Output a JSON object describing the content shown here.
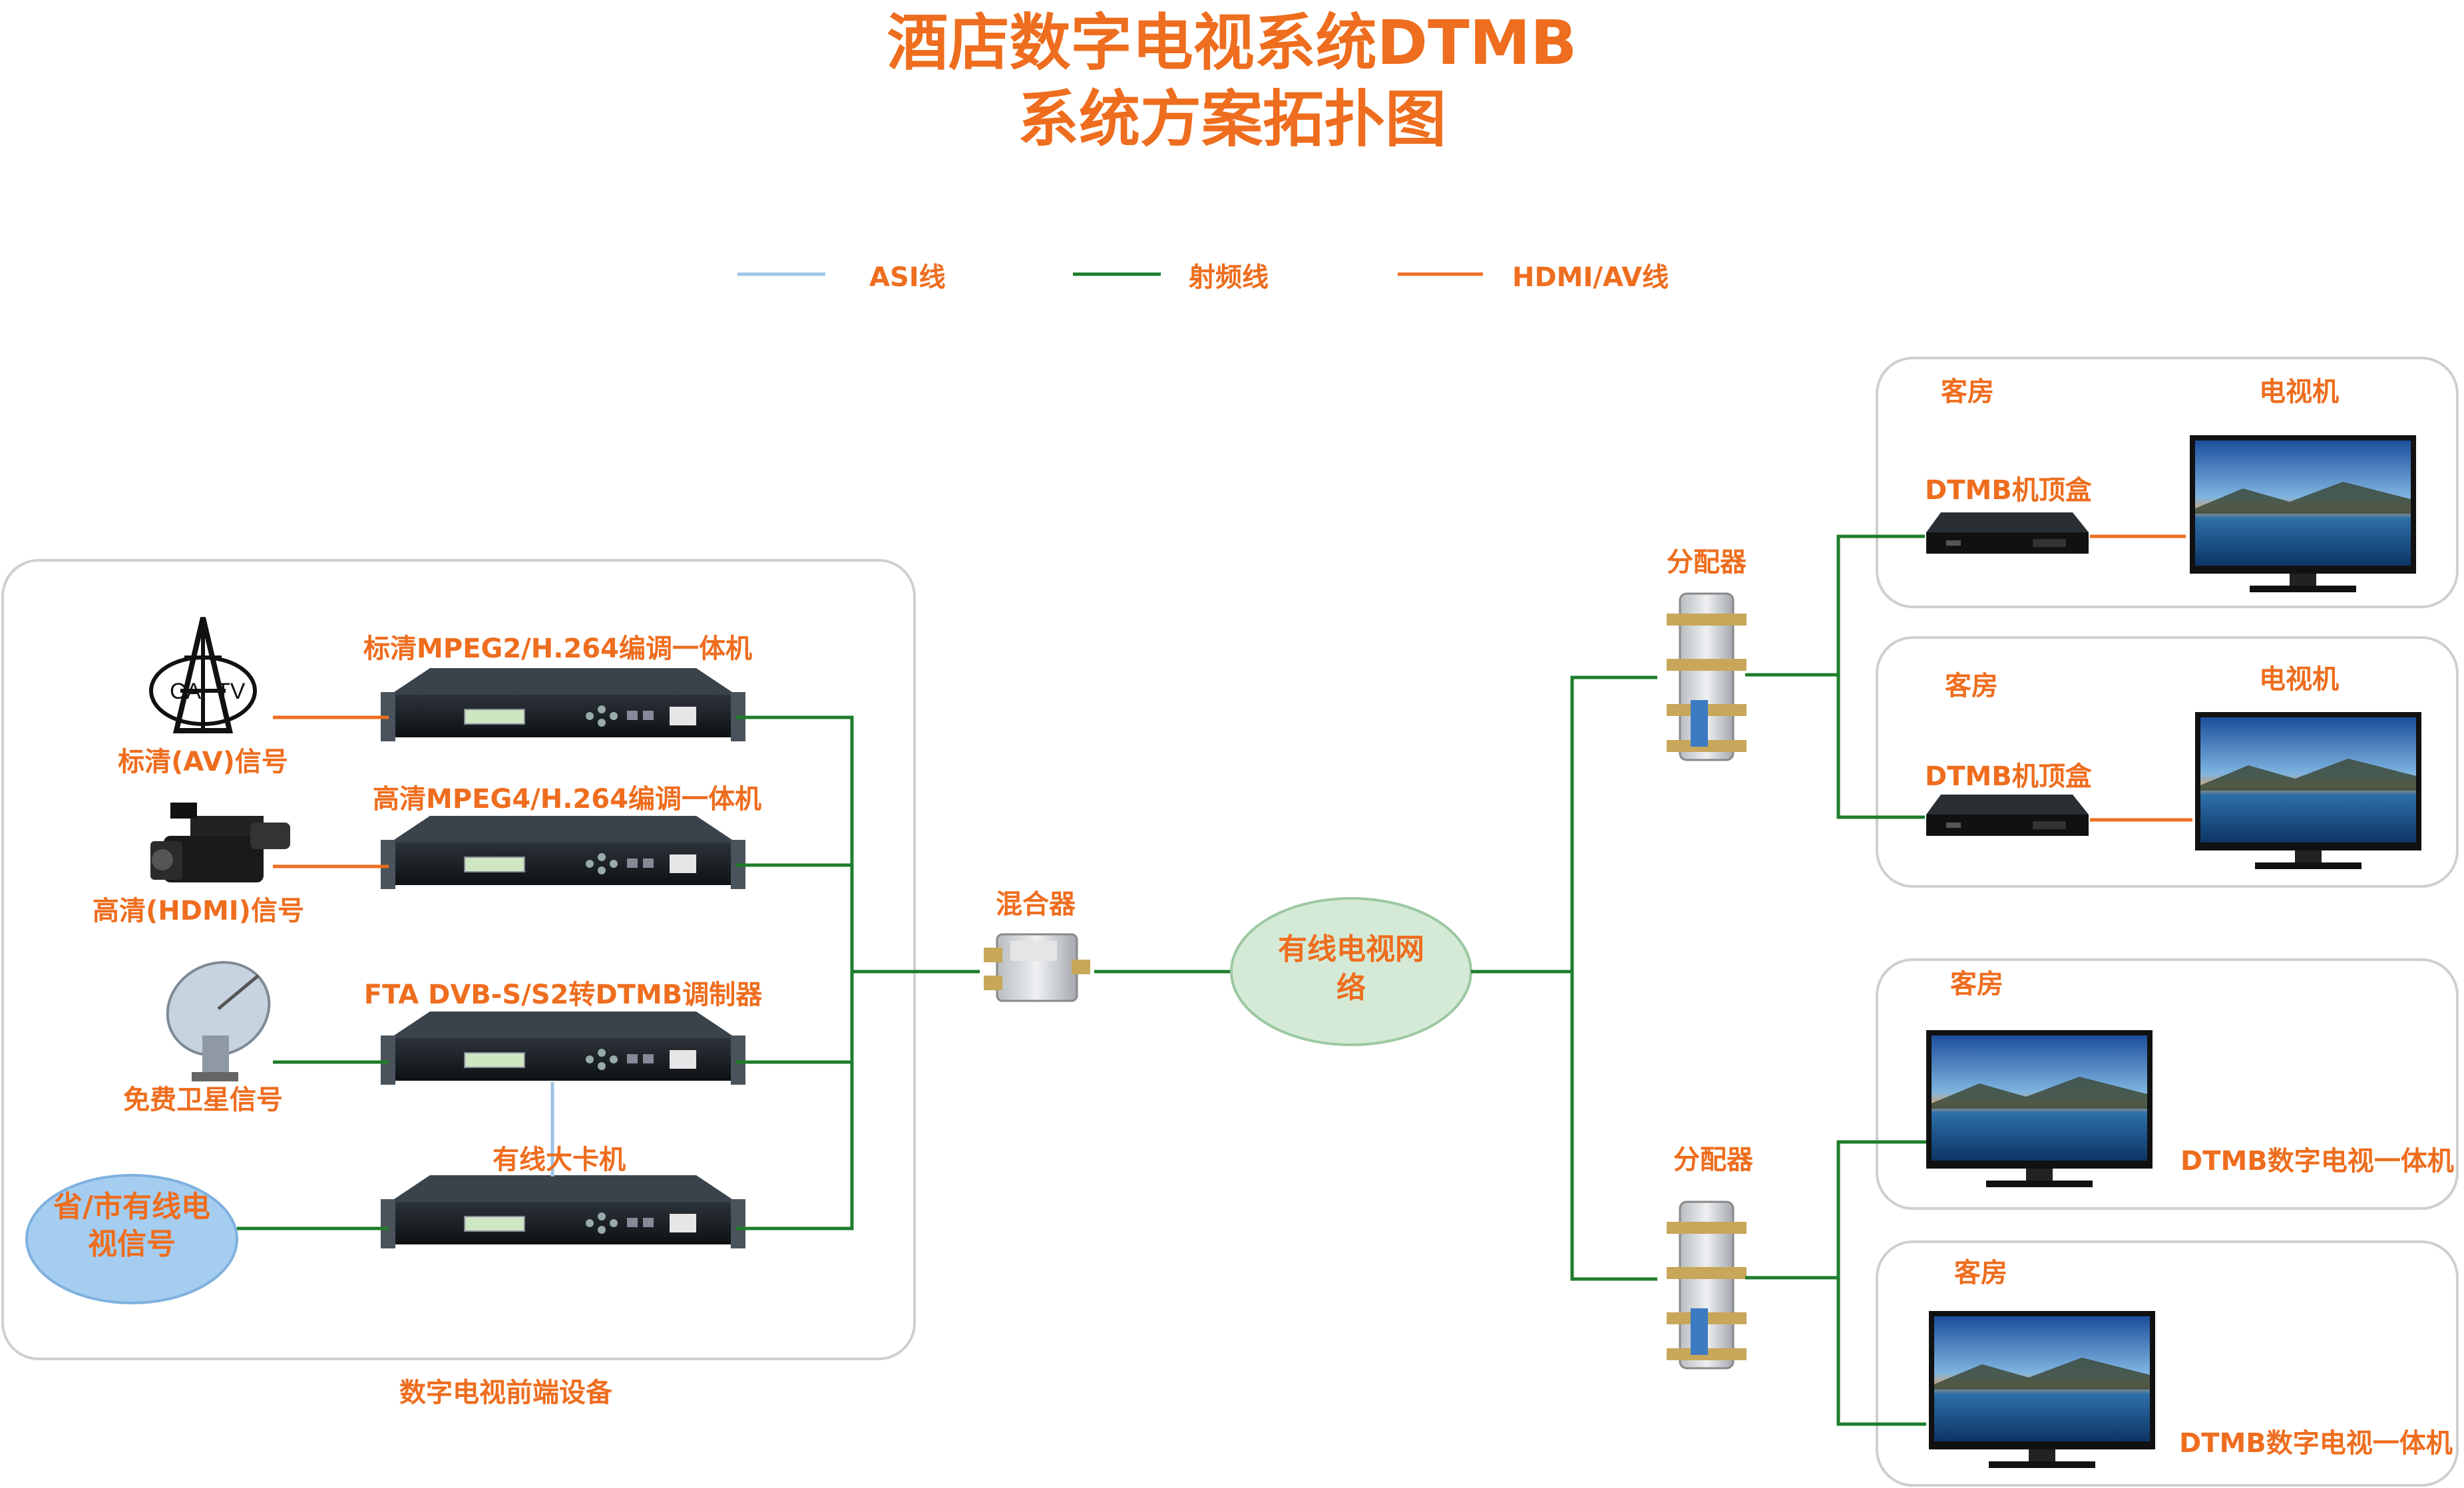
{
  "title": {
    "line1": "酒店数字电视系统DTMB",
    "line2": "系统方案拓扑图"
  },
  "legend": [
    {
      "label": "ASI线",
      "color": "#9dc3e6"
    },
    {
      "label": "射频线",
      "color": "#1e7d2b"
    },
    {
      "label": "HDMI/AV线",
      "color": "#ee6d1e"
    }
  ],
  "frontend": {
    "caption": "数字电视前端设备",
    "sources": {
      "catv": "标清(AV)信号",
      "camera": "高清(HDMI)信号",
      "satellite": "免费卫星信号",
      "cable": "省/市有线电视信号"
    },
    "devices": [
      {
        "label": "标清MPEG2/H.264编调一体机"
      },
      {
        "label": "高清MPEG4/H.264编调一体机"
      },
      {
        "label": "FTA DVB-S/S2转DTMB调制器"
      },
      {
        "label": "有线大卡机"
      }
    ],
    "catv_logo": {
      "left": "CA",
      "right": "TV"
    }
  },
  "mixer": {
    "label": "混合器"
  },
  "network": {
    "label": "有线电视网络"
  },
  "splitters": [
    {
      "label": "分配器"
    },
    {
      "label": "分配器"
    }
  ],
  "rooms": [
    {
      "room": "客房",
      "tv": "电视机",
      "stb": "DTMB机顶盒"
    },
    {
      "room": "客房",
      "tv": "电视机",
      "stb": "DTMB机顶盒"
    },
    {
      "room": "客房",
      "tv": "DTMB数字电视一体机"
    },
    {
      "room": "客房",
      "tv": "DTMB数字电视一体机"
    }
  ],
  "colors": {
    "accent": "#ee6d1e",
    "rf": "#1e7d2b",
    "asi": "#9dc3e6",
    "oval": "#d4ead6"
  }
}
